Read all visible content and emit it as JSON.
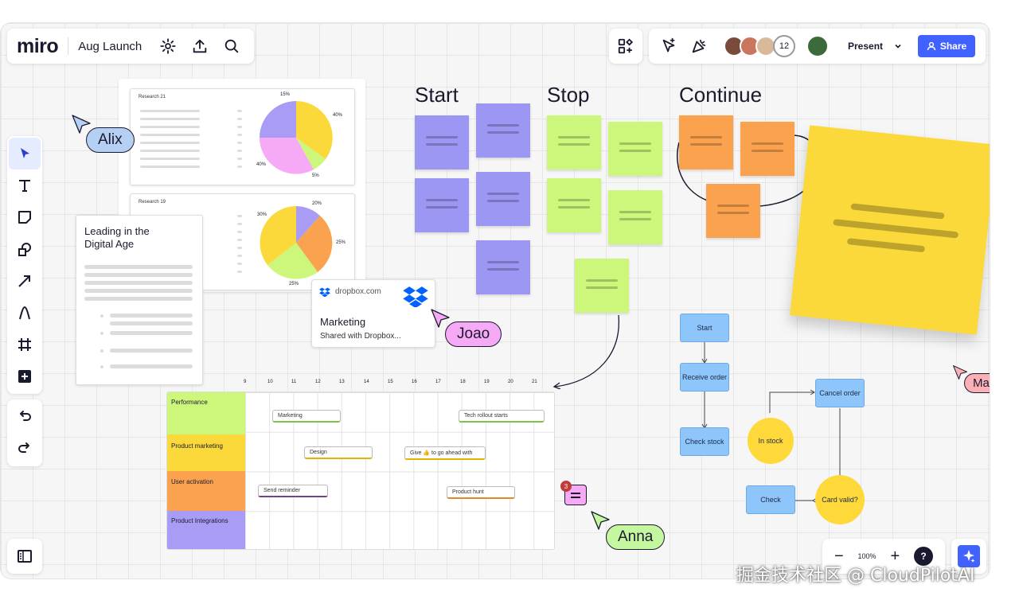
{
  "app": {
    "logo": "miro",
    "board_name": "Aug Launch"
  },
  "top_right": {
    "collaborator_count": "12",
    "present_label": "Present",
    "share_label": "Share"
  },
  "headings": {
    "start": "Start",
    "stop": "Stop",
    "continue": "Continue"
  },
  "cursors": {
    "alix": "Alix",
    "joao": "Joao",
    "maria": "Maria",
    "anna": "Anna"
  },
  "research_cards": [
    {
      "title": "Research 21",
      "labels": [
        "15%",
        "40%",
        "40%",
        "5%"
      ]
    },
    {
      "title": "Research 19",
      "labels": [
        "20%",
        "30%",
        "25%",
        "25%"
      ]
    }
  ],
  "doc_card": {
    "title_line1": "Leading in the",
    "title_line2": "Digital Age"
  },
  "dropbox_card": {
    "domain": "dropbox.com",
    "title": "Marketing",
    "subtitle": "Shared with Dropbox..."
  },
  "timeline": {
    "hours": [
      "9",
      "10",
      "11",
      "12",
      "13",
      "14",
      "15",
      "16",
      "17",
      "18",
      "19",
      "20",
      "21"
    ],
    "rows": [
      "Performance",
      "Product marketing",
      "User activation",
      "Product Integrations"
    ],
    "tasks": [
      "Marketing",
      "Tech rollout starts",
      "Design",
      "Give 👍 to go ahead with",
      "Send reminder",
      "Product hunt"
    ]
  },
  "comment_badge": "3",
  "flowchart": {
    "start": "Start",
    "receive_order": "Receive order",
    "check_stock": "Check stock",
    "in_stock": "In stock",
    "cancel_order": "Cancel order",
    "check": "Check",
    "card_valid": "Card valid?"
  },
  "zoom": {
    "level": "100%",
    "help": "?"
  },
  "watermark": "掘金技术社区 @ CloudPilotAI",
  "colors": {
    "accent": "#4262ff",
    "sticky_purple": "#9d97f4",
    "sticky_green": "#cdf77a",
    "sticky_orange": "#fba24f",
    "sticky_yellow": "#fcd93a",
    "pink": "#f6a9f5"
  }
}
